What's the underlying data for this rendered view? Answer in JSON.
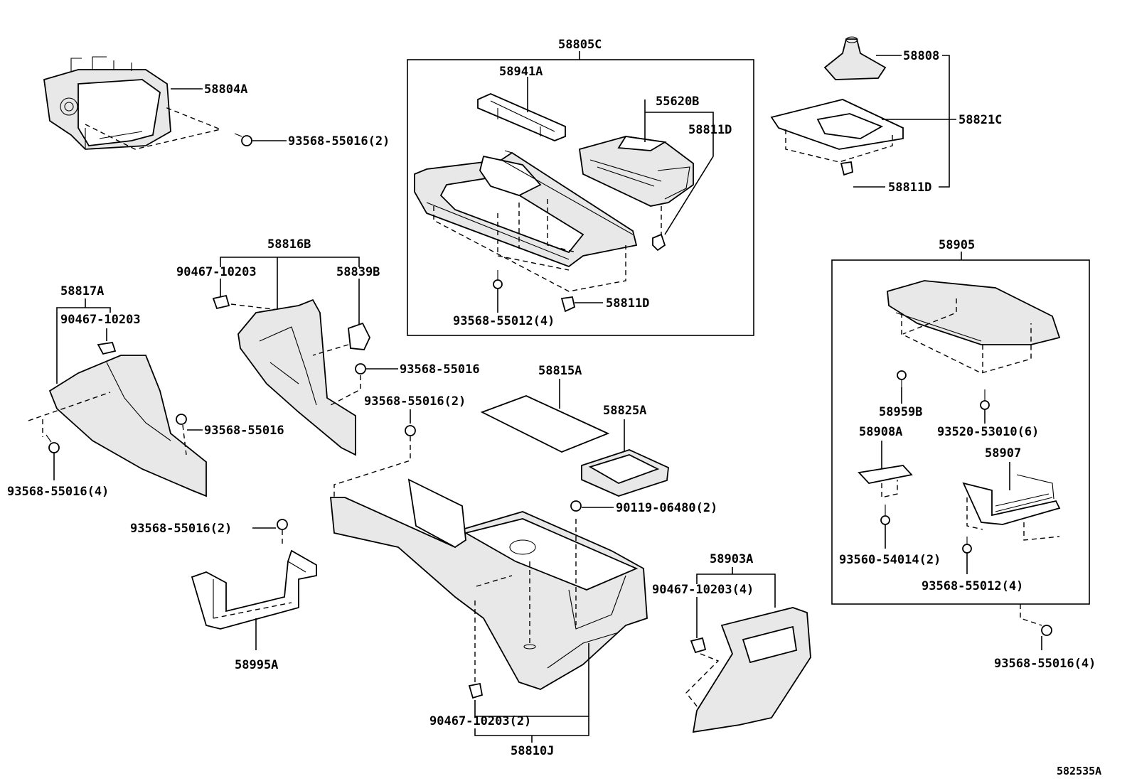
{
  "labels": {
    "p58804A": "58804A",
    "p93568_55016_2_top": "93568-55016(2)",
    "p58805C": "58805C",
    "p58941A": "58941A",
    "p55620B": "55620B",
    "p58811D_a": "58811D",
    "p93568_55012_4_a": "93568-55012(4)",
    "p58811D_b": "58811D",
    "p58808": "58808",
    "p58821C": "58821C",
    "p58811D_c": "58811D",
    "p58905": "58905",
    "p58959B": "58959B",
    "p93520_53010_6": "93520-53010(6)",
    "p58908A": "58908A",
    "p58907": "58907",
    "p93560_54014_2": "93560-54014(2)",
    "p93568_55012_4_b": "93568-55012(4)",
    "p93568_55016_4_right": "93568-55016(4)",
    "p58816B": "58816B",
    "p90467_10203_a": "90467-10203",
    "p58839B": "58839B",
    "p58817A": "58817A",
    "p90467_10203_b": "90467-10203",
    "p93568_55016_mid": "93568-55016",
    "p93568_55016_left": "93568-55016",
    "p93568_55016_4_left": "93568-55016(4)",
    "p58815A": "58815A",
    "p58825A": "58825A",
    "p93568_55016_2_mid": "93568-55016(2)",
    "p90119_06480_2": "90119-06480(2)",
    "p93568_55016_2_low": "93568-55016(2)",
    "p58995A": "58995A",
    "p58903A": "58903A",
    "p90467_10203_4": "90467-10203(4)",
    "p90467_10203_2": "90467-10203(2)",
    "p58810J": "58810J",
    "diagram_id": "582535A"
  }
}
